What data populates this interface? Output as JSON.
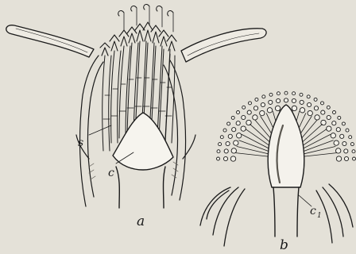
{
  "figure": {
    "label_s": "s",
    "label_c": "c",
    "label_c1": "c",
    "label_c1_sub": "1",
    "caption_a": "a",
    "caption_b": "b"
  },
  "colors": {
    "paper": "#e4e1d8",
    "ink": "#1a1a1a",
    "shade": "#5a5750"
  }
}
